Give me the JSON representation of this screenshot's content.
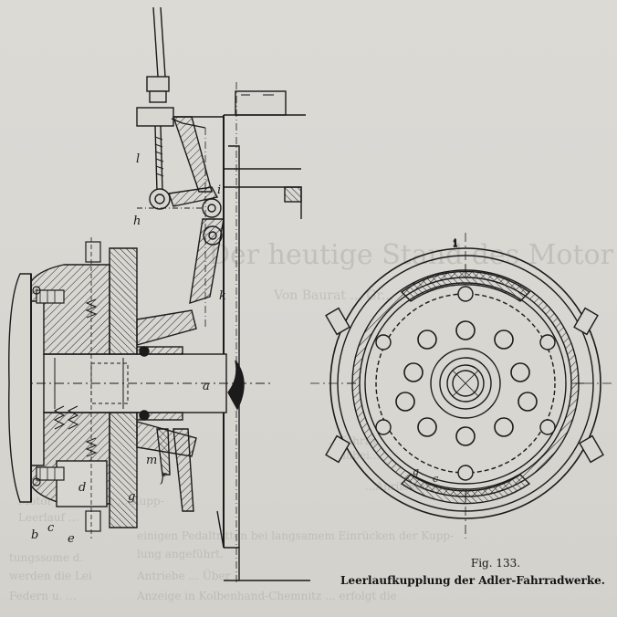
{
  "figure": {
    "number": "Fig. 133.",
    "title": "Leerlaufkupplung der Adler-Fahrradwerke."
  },
  "part_labels": [
    "l",
    "h",
    "i",
    "k",
    "a",
    "m",
    "f",
    "g",
    "d",
    "b",
    "c",
    "e"
  ],
  "bleed_through": {
    "heading": "Der heutige Stand des Motor",
    "byline": "Von Baurat ... Gr...",
    "lines": [
      "...Fahrrades...",
      "...dabei...",
      "...Anrücken der...",
      "Motor ... Ständer ... Kupp-",
      "Leerlauf ... ",
      "einigen Pedaltritten bei langsamem Einrücken der Kupp-",
      "lung angeführt.",
      "Antriebe ... Über",
      "Anzeige in Kolbenhand-Chemnitz ... erfolgt die",
      "tungssome d.",
      "werden die Lei",
      "Federn u. ..."
    ]
  }
}
